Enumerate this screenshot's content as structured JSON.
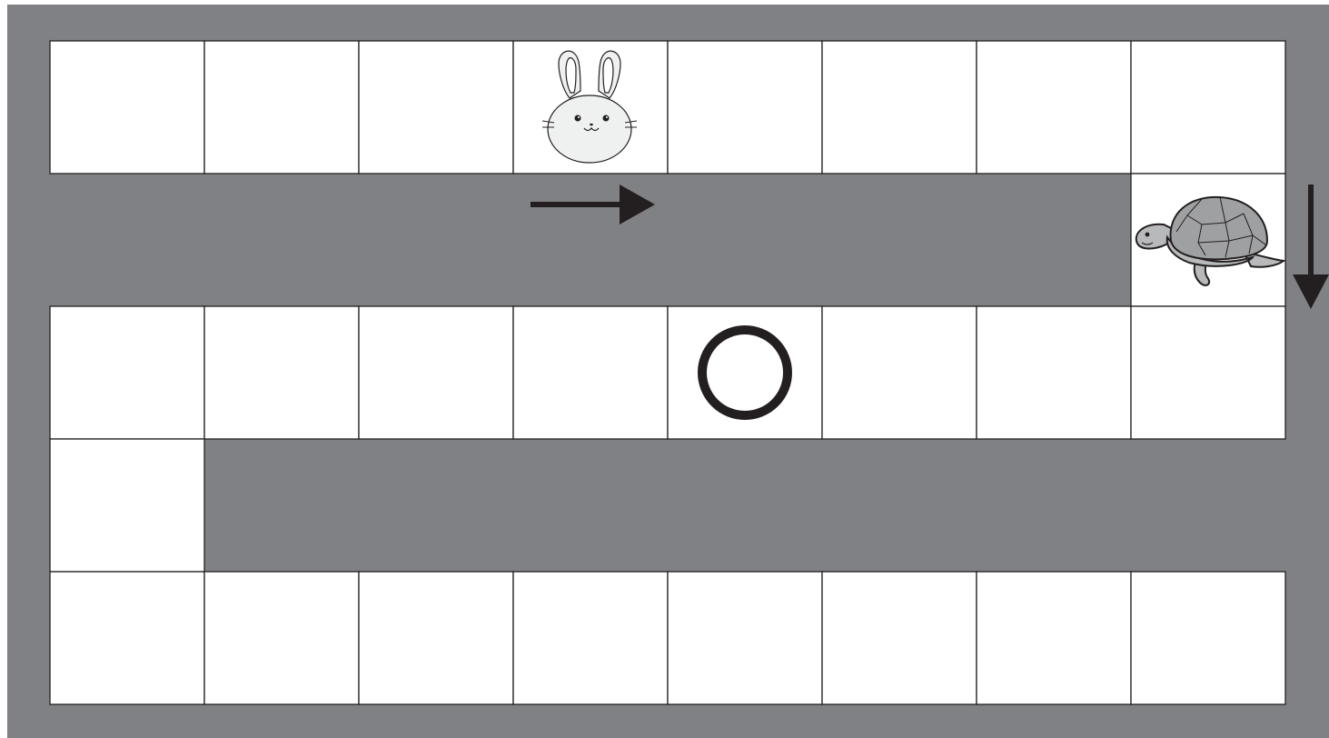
{
  "board": {
    "name": "board-game-path",
    "colors": {
      "background": "#808184",
      "cell": "#ffffff",
      "line": "#231f20",
      "arrow": "#231f20"
    },
    "grid": {
      "columns": 8,
      "rows": 5,
      "cells": [
        {
          "row": 0,
          "col": 0
        },
        {
          "row": 0,
          "col": 1
        },
        {
          "row": 0,
          "col": 2
        },
        {
          "row": 0,
          "col": 3,
          "content": "rabbit"
        },
        {
          "row": 0,
          "col": 4
        },
        {
          "row": 0,
          "col": 5
        },
        {
          "row": 0,
          "col": 6
        },
        {
          "row": 0,
          "col": 7
        },
        {
          "row": 1,
          "col": 7,
          "content": "turtle"
        },
        {
          "row": 2,
          "col": 0
        },
        {
          "row": 2,
          "col": 1
        },
        {
          "row": 2,
          "col": 2
        },
        {
          "row": 2,
          "col": 3
        },
        {
          "row": 2,
          "col": 4,
          "content": "circle-marker"
        },
        {
          "row": 2,
          "col": 5
        },
        {
          "row": 2,
          "col": 6
        },
        {
          "row": 2,
          "col": 7
        },
        {
          "row": 3,
          "col": 0
        },
        {
          "row": 4,
          "col": 0
        },
        {
          "row": 4,
          "col": 1
        },
        {
          "row": 4,
          "col": 2
        },
        {
          "row": 4,
          "col": 3
        },
        {
          "row": 4,
          "col": 4
        },
        {
          "row": 4,
          "col": 5
        },
        {
          "row": 4,
          "col": 6
        },
        {
          "row": 4,
          "col": 7
        }
      ]
    },
    "pieces": [
      {
        "name": "rabbit",
        "icon": "rabbit-icon"
      },
      {
        "name": "turtle",
        "icon": "turtle-icon"
      },
      {
        "name": "circle-marker",
        "icon": "circle-icon"
      }
    ],
    "arrows": [
      {
        "icon": "arrow-right-icon",
        "direction": "right"
      },
      {
        "icon": "arrow-down-icon",
        "direction": "down"
      }
    ]
  }
}
